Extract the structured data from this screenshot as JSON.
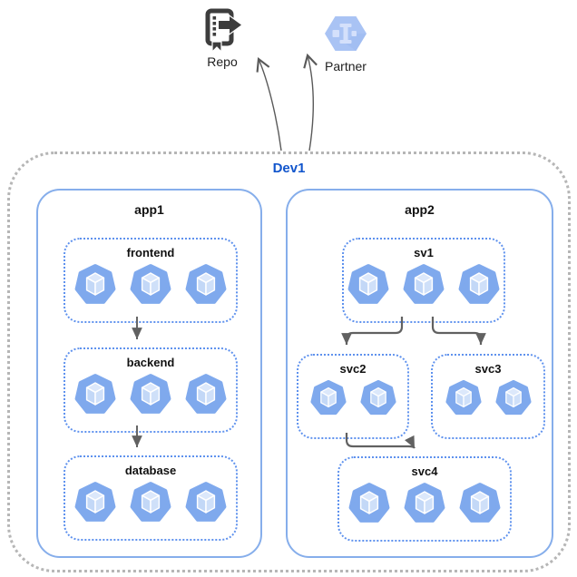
{
  "diagram": {
    "external_nodes": [
      {
        "id": "repo",
        "label": "Repo",
        "icon": "source-repository-icon"
      },
      {
        "id": "partner",
        "label": "Partner",
        "icon": "partner-hexagon-icon"
      }
    ],
    "cluster": {
      "label": "Dev1",
      "groups": [
        {
          "id": "app1",
          "label": "app1",
          "services": [
            {
              "id": "frontend",
              "label": "frontend",
              "pod_count": 3
            },
            {
              "id": "backend",
              "label": "backend",
              "pod_count": 3
            },
            {
              "id": "database",
              "label": "database",
              "pod_count": 3
            }
          ]
        },
        {
          "id": "app2",
          "label": "app2",
          "services": [
            {
              "id": "sv1",
              "label": "sv1",
              "pod_count": 3
            },
            {
              "id": "svc2",
              "label": "svc2",
              "pod_count": 2
            },
            {
              "id": "svc3",
              "label": "svc3",
              "pod_count": 2
            },
            {
              "id": "svc4",
              "label": "svc4",
              "pod_count": 3
            }
          ]
        }
      ]
    },
    "edges": [
      {
        "from": "frontend",
        "to": "backend"
      },
      {
        "from": "backend",
        "to": "database"
      },
      {
        "from": "sv1",
        "to": "svc2"
      },
      {
        "from": "sv1",
        "to": "svc3"
      },
      {
        "from": "svc2",
        "to": "svc4"
      },
      {
        "from": "Dev1",
        "to": "Repo"
      },
      {
        "from": "Dev1",
        "to": "Partner"
      }
    ],
    "colors": {
      "cluster_border": "#b6b6b6",
      "group_border": "#86aeeb",
      "service_border": "#5f92ee",
      "pod_fill": "#7fa9ed",
      "pod_cube": "#cfe0f9",
      "cluster_label": "#1155cc",
      "arrow": "#616161",
      "repo_icon": "#3d3d3d",
      "partner_icon": "#a9c3f4"
    }
  }
}
